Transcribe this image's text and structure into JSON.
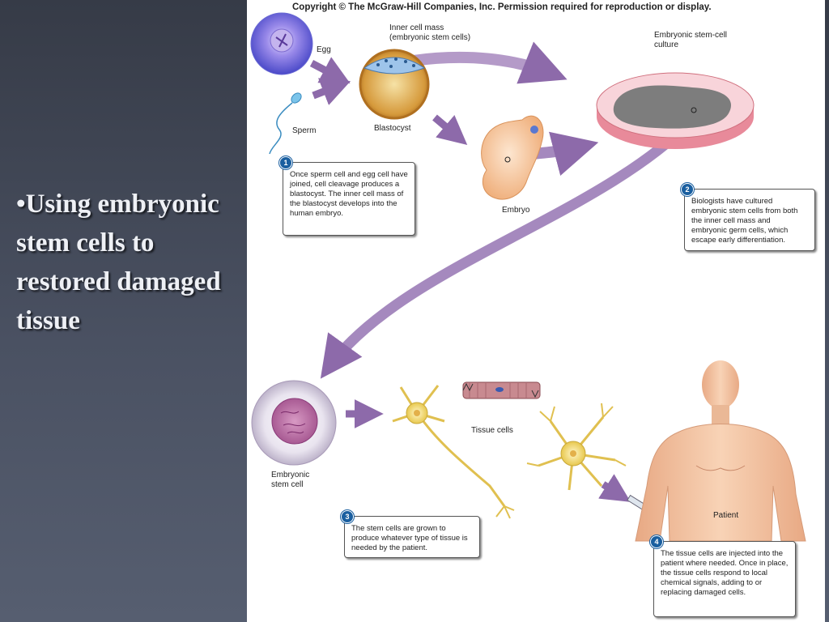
{
  "slide": {
    "bullet_mark": "•",
    "bullet_text": "Using embryonic stem cells to restored damaged tissue"
  },
  "figure": {
    "copyright": "Copyright © The McGraw-Hill Companies, Inc. Permission required for reproduction or display.",
    "labels": {
      "egg": "Egg",
      "sperm": "Sperm",
      "inner_cell_mass_line1": "Inner cell mass",
      "inner_cell_mass_line2": "(embryonic stem cells)",
      "blastocyst": "Blastocyst",
      "culture_line1": "Embryonic stem-cell",
      "culture_line2": "culture",
      "embryo": "Embryo",
      "stem_cell_line1": "Embryonic",
      "stem_cell_line2": "stem cell",
      "tissue_cells": "Tissue cells",
      "patient": "Patient"
    },
    "steps": [
      {
        "number": "1",
        "text": "Once sperm cell and egg cell have joined, cell cleavage produces a blastocyst. The inner cell mass of the blastocyst develops into the human embryo."
      },
      {
        "number": "2",
        "text": "Biologists have cultured embryonic stem cells from both the inner cell mass and embryonic germ cells, which escape early differentiation."
      },
      {
        "number": "3",
        "text": "The stem cells are grown to produce whatever type of tissue is needed by the patient."
      },
      {
        "number": "4",
        "text": "The tissue cells are injected into the patient where needed. Once in place, the tissue cells respond to local chemical signals, adding to or replacing damaged cells."
      }
    ],
    "colors": {
      "arrow": "#8d6aaa",
      "step_badge": "#1a5fa0",
      "dish": "#f4b9c1",
      "culture": "#7d7d7d",
      "skin": "#f4c9a8",
      "neuron": "#f2e08a"
    }
  }
}
